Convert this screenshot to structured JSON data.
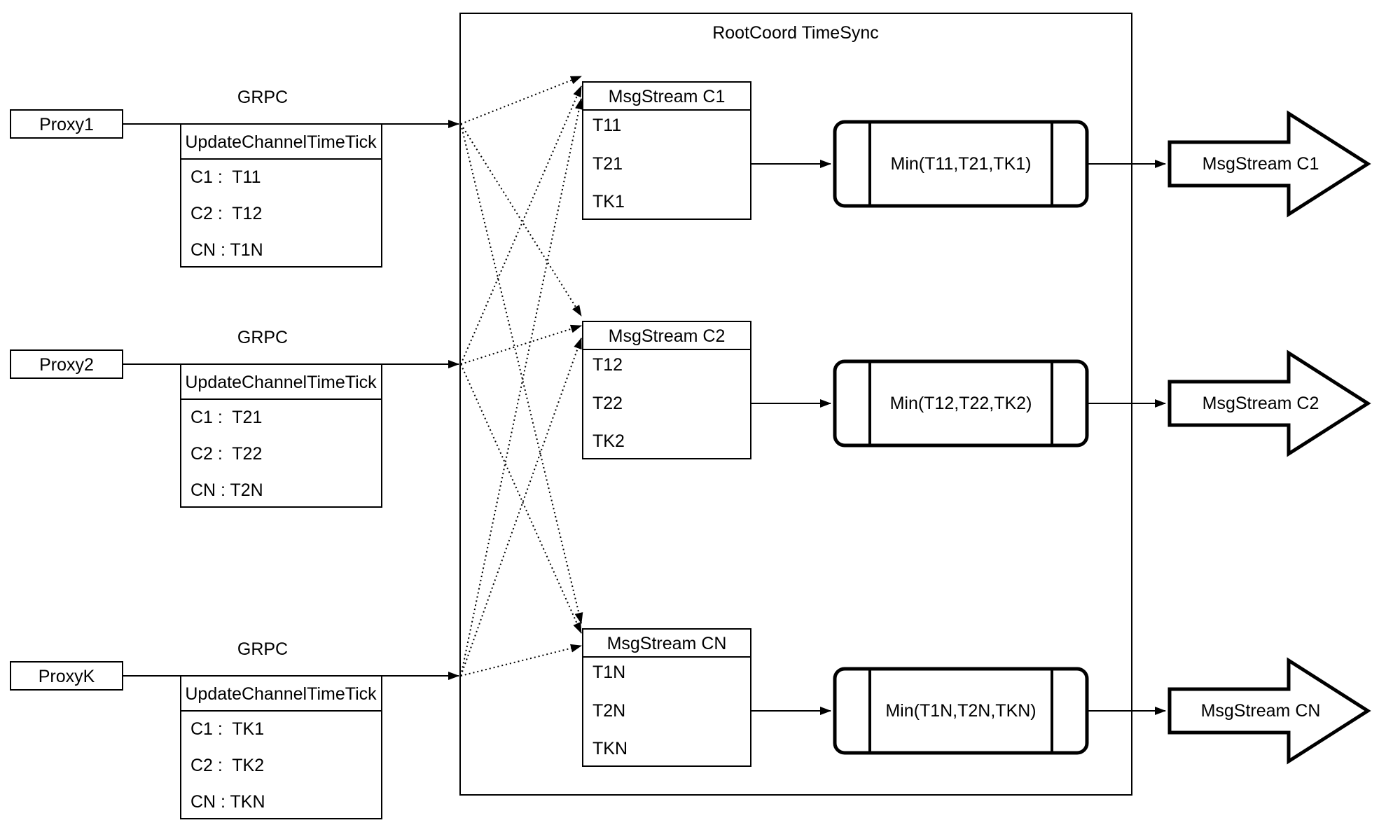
{
  "diagram": {
    "title": "RootCoord TimeSync",
    "rows": [
      {
        "proxy_label": "Proxy1",
        "grpc_label": "GRPC",
        "update_table": {
          "header": "UpdateChannelTimeTick",
          "entries": [
            "C1 :  T11",
            "C2 :  T12",
            "CN : T1N"
          ]
        },
        "msgstream_table": {
          "title": "MsgStream C1",
          "entries": [
            "T11",
            "T21",
            "TK1"
          ]
        },
        "min_label": "Min(T11,T21,TK1)",
        "output_label": "MsgStream C1"
      },
      {
        "proxy_label": "Proxy2",
        "grpc_label": "GRPC",
        "update_table": {
          "header": "UpdateChannelTimeTick",
          "entries": [
            "C1 :  T21",
            "C2 :  T22",
            "CN : T2N"
          ]
        },
        "msgstream_table": {
          "title": "MsgStream C2",
          "entries": [
            "T12",
            "T22",
            "TK2"
          ]
        },
        "min_label": "Min(T12,T22,TK2)",
        "output_label": "MsgStream C2"
      },
      {
        "proxy_label": "ProxyK",
        "grpc_label": "GRPC",
        "update_table": {
          "header": "UpdateChannelTimeTick",
          "entries": [
            "C1 :  TK1",
            "C2 :  TK2",
            "CN : TKN"
          ]
        },
        "msgstream_table": {
          "title": "MsgStream CN",
          "entries": [
            "T1N",
            "T2N",
            "TKN"
          ]
        },
        "min_label": "Min(T1N,T2N,TKN)",
        "output_label": "MsgStream CN"
      }
    ]
  }
}
